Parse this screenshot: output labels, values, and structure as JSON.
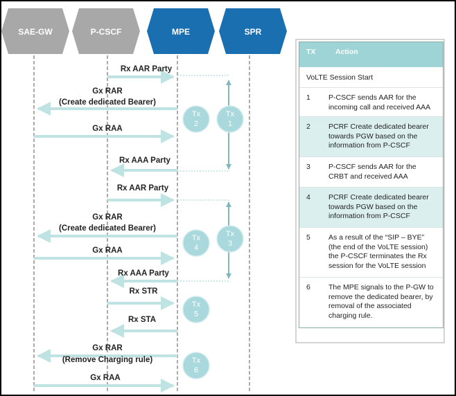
{
  "entities": [
    {
      "id": "sae-gw",
      "label": "SAE-GW",
      "color": "#a8a8a8"
    },
    {
      "id": "p-cscf",
      "label": "P-CSCF",
      "color": "#a8a8a8"
    },
    {
      "id": "mpe",
      "label": "MPE",
      "color": "#1a6fb0"
    },
    {
      "id": "spr",
      "label": "SPR",
      "color": "#1a6fb0"
    }
  ],
  "messages": [
    {
      "label": "Rx AAR Party"
    },
    {
      "label": "Gx RAR"
    },
    {
      "label": "(Create dedicated Bearer)"
    },
    {
      "label": "Gx RAA"
    },
    {
      "label": "Rx AAA Party"
    },
    {
      "label": "Rx AAR Party"
    },
    {
      "label": "Gx RAR"
    },
    {
      "label": "(Create dedicated Bearer)"
    },
    {
      "label": "Gx RAA"
    },
    {
      "label": "Rx AAA Party"
    },
    {
      "label": "Rx STR"
    },
    {
      "label": "Rx STA"
    },
    {
      "label": "Gx RAR"
    },
    {
      "label": "(Remove Charging rule)"
    },
    {
      "label": "Gx RAA"
    }
  ],
  "tx_circles": [
    {
      "line1": "Tx",
      "line2": "2"
    },
    {
      "line1": "Tx",
      "line2": "1"
    },
    {
      "line1": "Tx",
      "line2": "4"
    },
    {
      "line1": "Tx",
      "line2": "3"
    },
    {
      "line1": "Tx",
      "line2": "5"
    },
    {
      "line1": "Tx",
      "line2": "6"
    }
  ],
  "table": {
    "headers": [
      "TX",
      "Action"
    ],
    "section": "VoLTE Session Start",
    "rows": [
      {
        "tx": "1",
        "action": "P-CSCF sends AAR for the incoming call and received AAA"
      },
      {
        "tx": "2",
        "action": "PCRF Create dedicated bearer towards PGW based on the information from P-CSCF"
      },
      {
        "tx": "3",
        "action": "P-CSCF sends AAR for the CRBT and received AAA"
      },
      {
        "tx": "4",
        "action": "PCRF Create dedicated bearer towards PGW based on the information from P-CSCF"
      },
      {
        "tx": "5",
        "action": "As a result of the “SIP – BYE” (the end of the VoLTE session) the P-CSCF terminates the Rx session for the VoLTE session"
      },
      {
        "tx": "6",
        "action": "The MPE signals to the P-GW to remove the dedicated bearer, by removal of the associated charging rule."
      }
    ]
  },
  "colors": {
    "arrow": "#bfe3e3",
    "circle": "#a9d8dd",
    "circle_text": "#ffffff",
    "accent": "#1a6fb0",
    "header": "#9fd4d6"
  }
}
